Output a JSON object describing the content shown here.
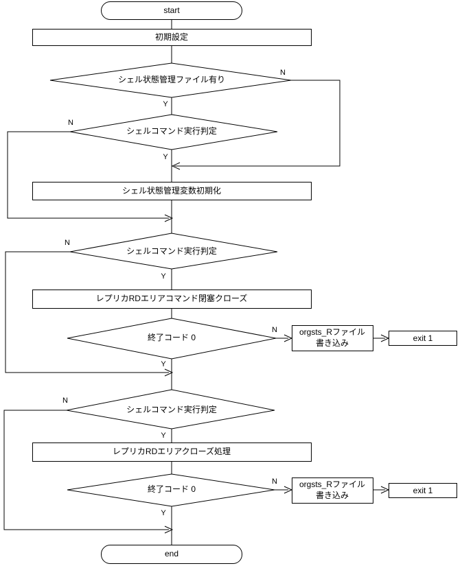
{
  "diagram": {
    "title": "shell control flowchart",
    "background_color": "#ffffff",
    "line_color": "#000000",
    "nodes": [
      {
        "id": "start",
        "kind": "terminator",
        "label": "start"
      },
      {
        "id": "init",
        "kind": "process",
        "label": "初期設定"
      },
      {
        "id": "dec_file",
        "kind": "decision",
        "label": "シェル状態管理ファイル有り"
      },
      {
        "id": "dec_cmd1",
        "kind": "decision",
        "label": "シェルコマンド実行判定"
      },
      {
        "id": "init_var",
        "kind": "process",
        "label": "シェル状態管理変数初期化"
      },
      {
        "id": "dec_cmd2",
        "kind": "decision",
        "label": "シェルコマンド実行判定"
      },
      {
        "id": "rd_close_cmd",
        "kind": "process",
        "label": "レプリカRDエリアコマンド閉塞クローズ"
      },
      {
        "id": "dec_rc1",
        "kind": "decision",
        "label": "終了コード 0"
      },
      {
        "id": "orgsts1",
        "kind": "process",
        "label_line1": "orgsts_Rファイル",
        "label_line2": "書き込み"
      },
      {
        "id": "exit1a",
        "kind": "process",
        "label": "exit 1"
      },
      {
        "id": "dec_cmd3",
        "kind": "decision",
        "label": "シェルコマンド実行判定"
      },
      {
        "id": "rd_close",
        "kind": "process",
        "label": "レプリカRDエリアクローズ処理"
      },
      {
        "id": "dec_rc2",
        "kind": "decision",
        "label": "終了コード 0"
      },
      {
        "id": "orgsts2",
        "kind": "process",
        "label_line1": "orgsts_Rファイル",
        "label_line2": "書き込み"
      },
      {
        "id": "exit1b",
        "kind": "process",
        "label": "exit 1"
      },
      {
        "id": "end",
        "kind": "terminator",
        "label": "end"
      }
    ],
    "branch_labels": {
      "dec_file_no": "N",
      "dec_file_yes": "Y",
      "dec_cmd1_no": "N",
      "dec_cmd1_yes": "Y",
      "dec_cmd2_no": "N",
      "dec_cmd2_yes": "Y",
      "dec_rc1_no": "N",
      "dec_rc1_yes": "Y",
      "dec_cmd3_no": "N",
      "dec_cmd3_yes": "Y",
      "dec_rc2_no": "N",
      "dec_rc2_yes": "Y"
    }
  }
}
